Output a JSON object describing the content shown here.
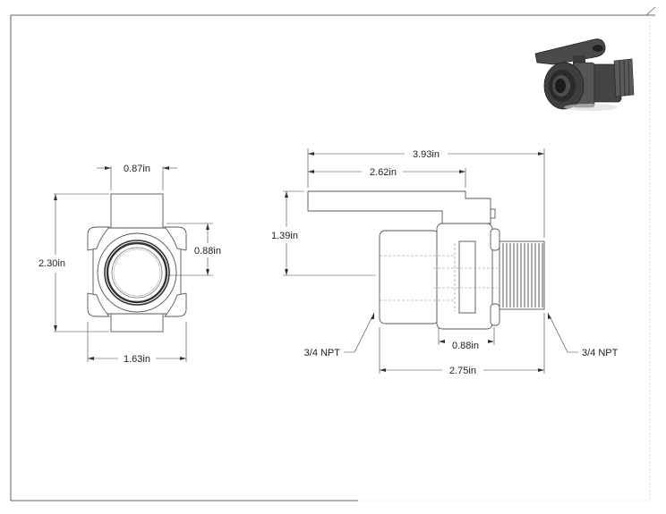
{
  "drawing": {
    "front_view": {
      "width_top": "0.87in",
      "height_overall": "2.30in",
      "bore": "0.88in",
      "width_overall": "1.63in"
    },
    "side_view": {
      "length_overall": "3.93in",
      "handle_length": "2.62in",
      "height_handle": "1.39in",
      "port_width": "0.88in",
      "body_length": "2.75in",
      "thread_left": "3/4 NPT",
      "thread_right": "3/4 NPT"
    }
  }
}
